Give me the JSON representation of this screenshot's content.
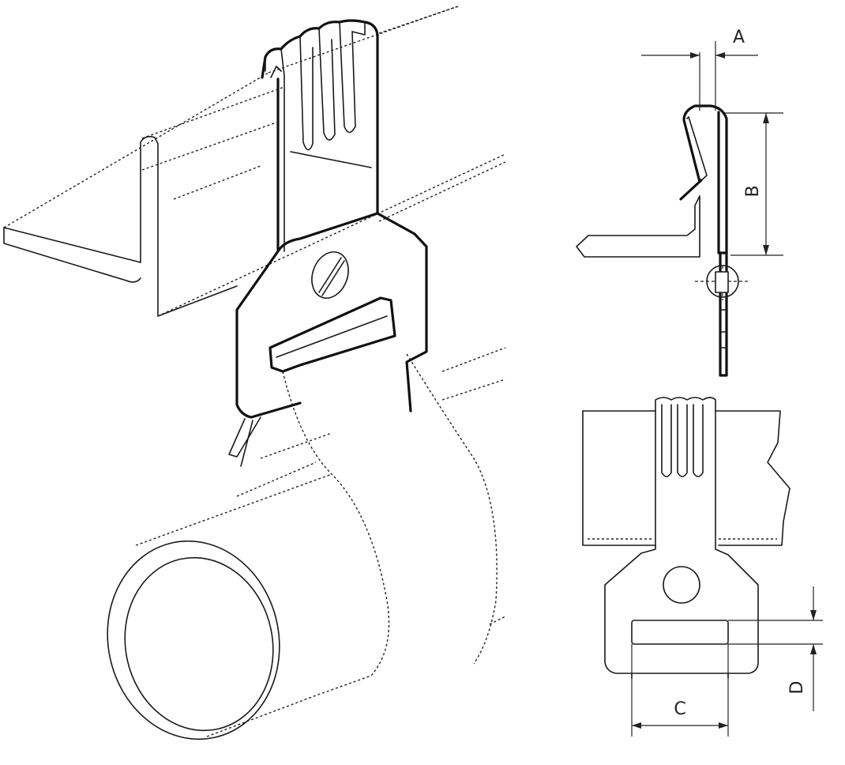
{
  "dimension_labels": {
    "a": "A",
    "b": "B",
    "c": "C",
    "d": "D"
  },
  "colors": {
    "line": "#1a1a1a",
    "background": "#ffffff"
  }
}
